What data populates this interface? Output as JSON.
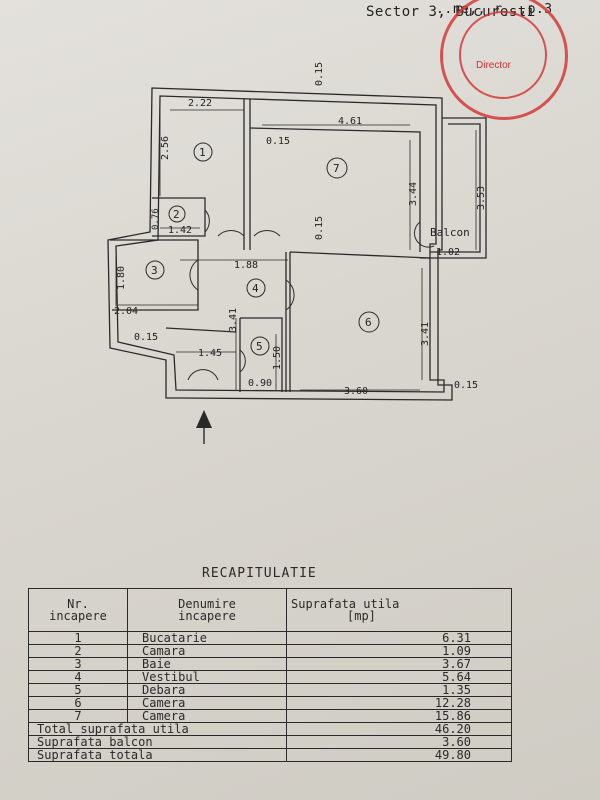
{
  "header": {
    "top_right_line": "..ne,, r,,,p.3",
    "sector_line": "Sector 3, Bucuresti"
  },
  "stamp": {
    "word": "Director"
  },
  "plan": {
    "room_numbers": [
      "1",
      "2",
      "3",
      "4",
      "5",
      "6",
      "7"
    ],
    "dimensions": {
      "d_2_22": "2.22",
      "d_4_61": "4.61",
      "d_0_15_top": "0.15",
      "d_0_15_mid": "0.15",
      "d_2_56": "2.56",
      "d_3_44": "3.44",
      "d_3_53": "3.53",
      "d_0_76": "0.76",
      "d_1_42": "1.42",
      "d_1_80": "1.80",
      "d_2_04": "2.04",
      "d_1_88": "1.88",
      "d_0_15_v": "0.15",
      "d_1_02": "1.02",
      "d_0_15_left": "0.15",
      "d_1_45": "1.45",
      "d_3_41_left": "3.41",
      "d_1_50": "1.50",
      "d_0_90": "0.90",
      "d_3_60": "3.60",
      "d_0_15_right": "0.15",
      "d_3_41_right": "3.41"
    },
    "balcon_label": "Balcon"
  },
  "table": {
    "title": "RECAPITULATIE",
    "col_nr": [
      "Nr.",
      "incapere"
    ],
    "col_name": [
      "Denumire",
      "incapere"
    ],
    "col_area": [
      "Suprafata utila",
      "[mp]"
    ],
    "rows": [
      {
        "nr": "1",
        "name": "Bucatarie",
        "area": "6.31"
      },
      {
        "nr": "2",
        "name": "Camara",
        "area": "1.09"
      },
      {
        "nr": "3",
        "name": "Baie",
        "area": "3.67"
      },
      {
        "nr": "4",
        "name": "Vestibul",
        "area": "5.64"
      },
      {
        "nr": "5",
        "name": "Debara",
        "area": "1.35"
      },
      {
        "nr": "6",
        "name": "Camera",
        "area": "12.28"
      },
      {
        "nr": "7",
        "name": "Camera",
        "area": "15.86"
      }
    ],
    "totals": [
      {
        "label": "Total suprafata utila",
        "value": "46.20"
      },
      {
        "label": "Suprafata balcon",
        "value": "3.60"
      },
      {
        "label": "Suprafata totala",
        "value": "49.80"
      }
    ]
  }
}
